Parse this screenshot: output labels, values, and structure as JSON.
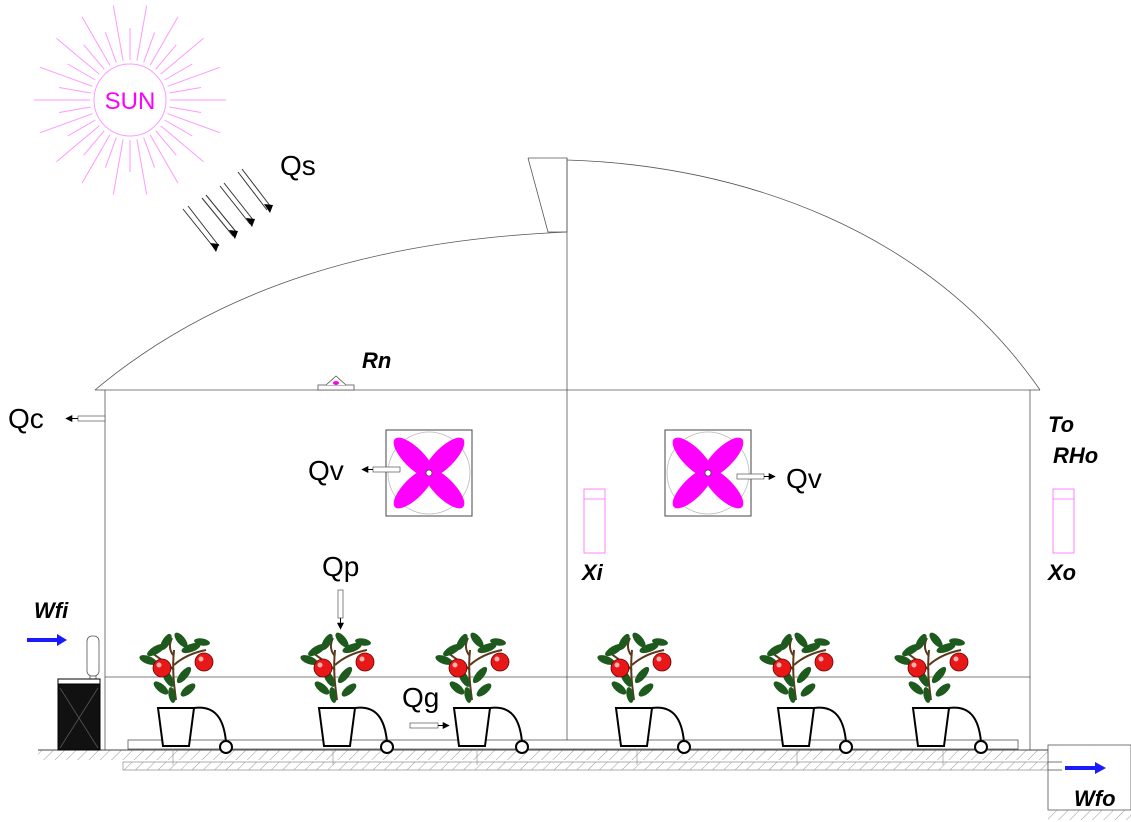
{
  "sun": {
    "label": "SUN",
    "color": "#ff00ff",
    "icon": "sun-icon"
  },
  "labels": {
    "qs": "Qs",
    "rn": "Rn",
    "qc": "Qc",
    "qv_left": "Qv",
    "qv_right": "Qv",
    "to": "To",
    "rho": "RHo",
    "xi": "Xi",
    "xo": "Xo",
    "qp": "Qp",
    "qg": "Qg",
    "wfi": "Wfi",
    "wfo": "Wfo"
  },
  "colors": {
    "fan_blade": "#ff00ff",
    "sensor": "#ff66ff",
    "water_arrow": "#1a1aff",
    "apple": "#e81818",
    "leaf": "#1e5a1e"
  },
  "icons": {
    "fan": "fan-icon",
    "plant": "tomato-plant-icon",
    "tank": "water-tank-icon",
    "sensor": "sensor-icon",
    "radiometer": "radiometer-icon"
  }
}
